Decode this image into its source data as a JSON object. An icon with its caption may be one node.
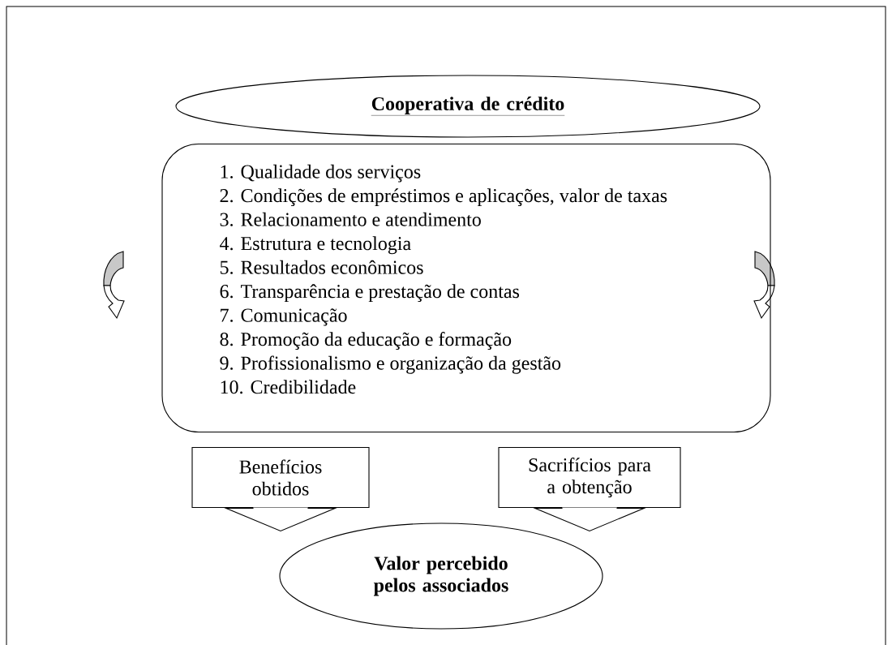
{
  "diagram": {
    "nodes": [
      {
        "text": [
          "Cooperativa de crédito"
        ]
      },
      {
        "text": [
          "1. Qualidade dos serviços",
          "2. Condições de empréstimos e aplicações, valor de taxas",
          "3. Relacionamento e atendimento",
          "4. Estrutura e tecnologia",
          "5. Resultados econômicos",
          "6. Transparência e prestação de contas",
          "7. Comunicação",
          "8. Promoção da educação e formação",
          "9. Profissionalismo e organização da gestão",
          "10. Credibilidade"
        ]
      },
      {
        "text": [
          "Benefícios obtidos"
        ]
      },
      {
        "text": [
          "Sacrifícios para a obtenção"
        ]
      },
      {
        "text": [
          "Valor percebido pelos associados"
        ]
      }
    ],
    "edges": [
      {
        "from": 2,
        "to": 4,
        "arrow": "to"
      },
      {
        "from": 3,
        "to": 4,
        "arrow": "to"
      }
    ]
  }
}
